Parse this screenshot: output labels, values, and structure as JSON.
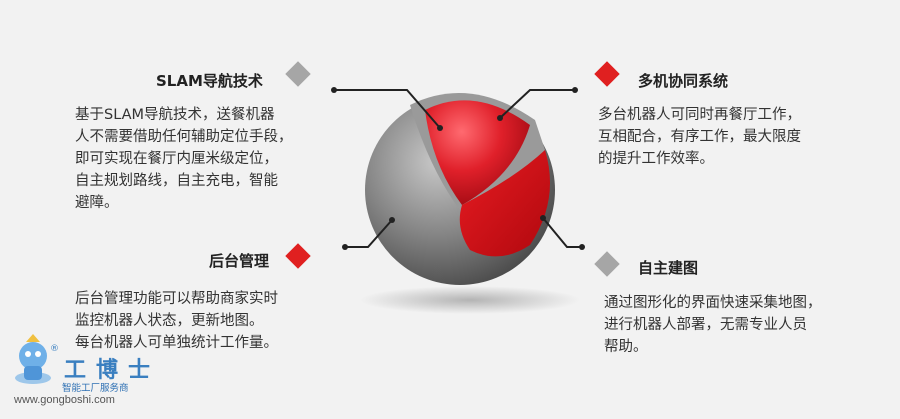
{
  "sections": [
    {
      "title": "SLAM导航技术",
      "lines": [
        "基于SLAM导航技术，送餐机器",
        "人不需要借助任何辅助定位手段，",
        "即可实现在餐厅内厘米级定位，",
        "自主规划路线，自主充电，智能",
        "避障。"
      ]
    },
    {
      "title": "多机协同系统",
      "lines": [
        "多台机器人可同时再餐厅工作，",
        "互相配合，有序工作，最大限度",
        "的提升工作效率。"
      ]
    },
    {
      "title": "后台管理",
      "lines": [
        "后台管理功能可以帮助商家实时",
        "监控机器人状态，更新地图。",
        "每台机器人可单独统计工作量。"
      ]
    },
    {
      "title": "自主建图",
      "lines": [
        "通过图形化的界面快速采集地图，",
        "进行机器人部署，无需专业人员",
        "帮助。"
      ]
    }
  ],
  "logo": {
    "name": "工博士",
    "tagline": "智能工厂服务商",
    "url": "www.gongboshi.com",
    "registered": "®"
  },
  "colors": {
    "accent": "#e02020",
    "neutral": "#a6a6a6",
    "sphere": "#6e6e6e"
  }
}
